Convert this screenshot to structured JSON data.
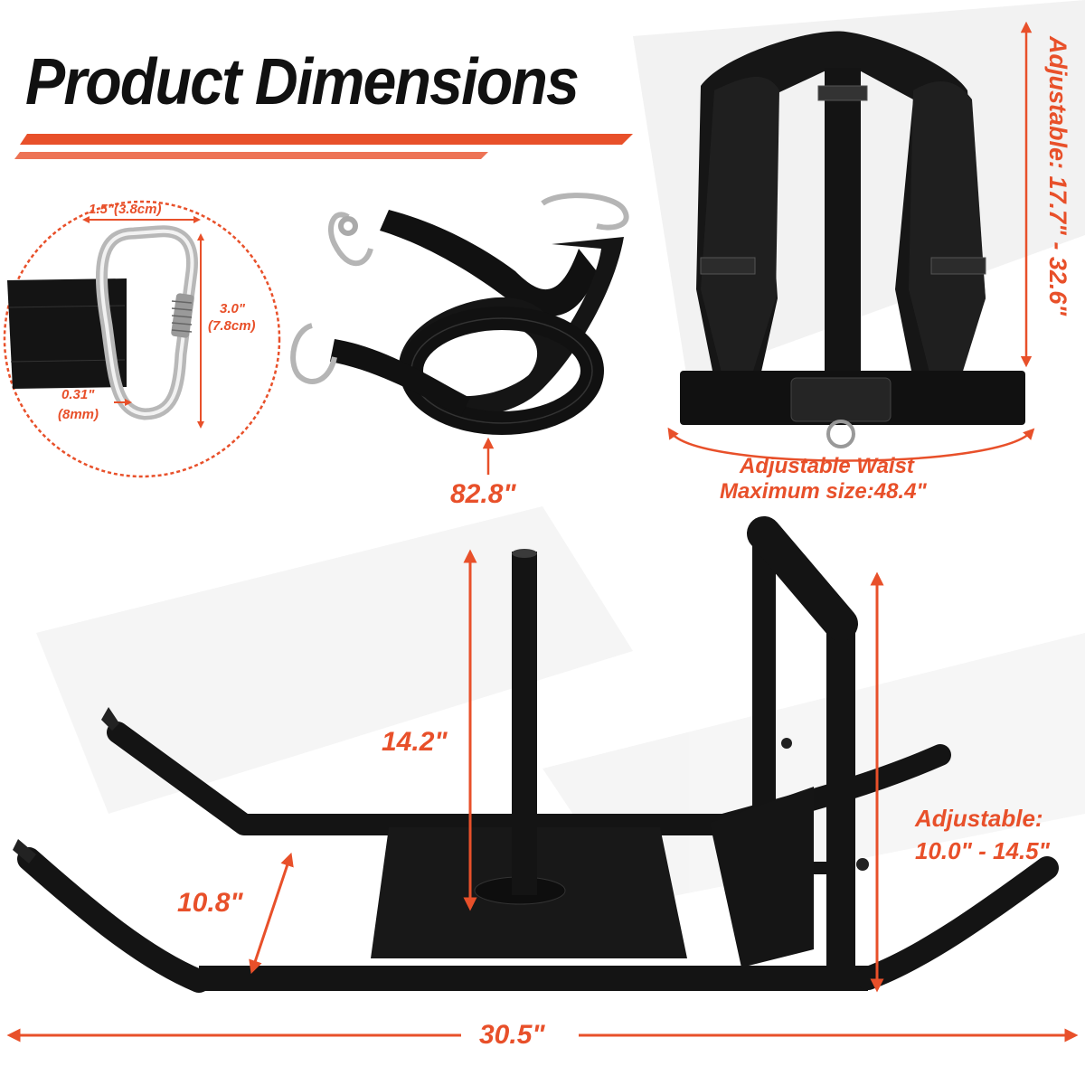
{
  "title": "Product Dimensions",
  "colors": {
    "accent": "#e8502a",
    "dark": "#111111",
    "background": "#ffffff"
  },
  "carabiner": {
    "width": "1.5\"(3.8cm)",
    "height_in": "3.0\"",
    "height_cm": "(7.8cm)",
    "thickness_in": "0.31\"",
    "thickness_mm": "(8mm)"
  },
  "strap": {
    "length": "82.8\""
  },
  "harness": {
    "adjustable_range": "Adjustable: 17.7\" - 32.6\"",
    "waist_line1": "Adjustable Waist",
    "waist_line2": "Maximum size:48.4\""
  },
  "sled": {
    "post_height": "14.2\"",
    "width": "10.8\"",
    "handle_line1": "Adjustable:",
    "handle_line2": "10.0\" -  14.5\"",
    "length": "30.5\""
  }
}
